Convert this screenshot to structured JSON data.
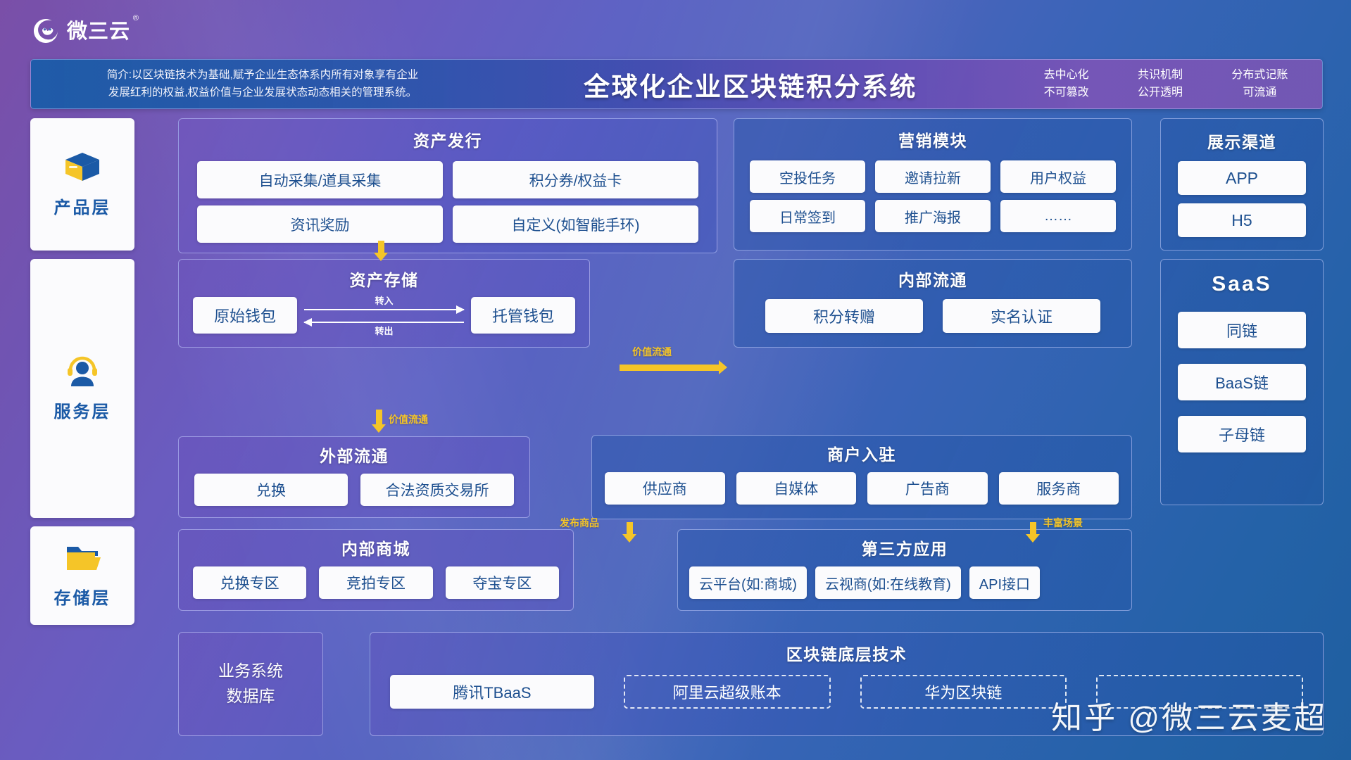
{
  "brand": {
    "name": "微三云",
    "registered_mark": "®",
    "logo_icon": "cloud-swirl-logo-icon"
  },
  "banner": {
    "intro_line1": "简介:以区块链技术为基础,赋予企业生态体系内所有对象享有企业",
    "intro_line2": "发展红利的权益,权益价值与企业发展状态动态相关的管理系统。",
    "title": "全球化企业区块链积分系统",
    "tags": [
      {
        "line1": "去中心化",
        "line2": "不可篡改"
      },
      {
        "line1": "共识机制",
        "line2": "公开透明"
      },
      {
        "line1": "分布式记账",
        "line2": "可流通"
      }
    ]
  },
  "layers": [
    {
      "label": "产品层",
      "icon": "box-icon"
    },
    {
      "label": "服务层",
      "icon": "headset-user-icon"
    },
    {
      "label": "存储层",
      "icon": "folder-icon"
    }
  ],
  "panels": {
    "asset_issue": {
      "title": "资产发行",
      "items": [
        "自动采集/道具采集",
        "积分券/权益卡",
        "资讯奖励",
        "自定义(如智能手环)"
      ]
    },
    "marketing": {
      "title": "营销模块",
      "items": [
        "空投任务",
        "邀请拉新",
        "用户权益",
        "日常签到",
        "推广海报",
        "……"
      ]
    },
    "display_channel": {
      "title": "展示渠道",
      "items": [
        "APP",
        "H5"
      ]
    },
    "saas": {
      "title": "SaaS",
      "items": [
        "同链",
        "BaaS链",
        "子母链"
      ]
    },
    "asset_storage": {
      "title": "资产存储",
      "left_wallet": "原始钱包",
      "right_wallet": "托管钱包",
      "arrow_in": "转入",
      "arrow_out": "转出"
    },
    "internal_circulation": {
      "title": "内部流通",
      "items": [
        "积分转赠",
        "实名认证"
      ]
    },
    "external_circulation": {
      "title": "外部流通",
      "items": [
        "兑换",
        "合法资质交易所"
      ]
    },
    "merchant_onboarding": {
      "title": "商户入驻",
      "items": [
        "供应商",
        "自媒体",
        "广告商",
        "服务商"
      ]
    },
    "internal_mall": {
      "title": "内部商城",
      "items": [
        "兑换专区",
        "竞拍专区",
        "夺宝专区"
      ]
    },
    "third_party_app": {
      "title": "第三方应用",
      "items": [
        "云平台(如:商城)",
        "云视商(如:在线教育)",
        "API接口"
      ]
    },
    "business_db": {
      "line1": "业务系统",
      "line2": "数据库"
    },
    "blockchain_base": {
      "title": "区块链底层技术",
      "items": [
        {
          "label": "腾讯TBaaS",
          "style": "solid"
        },
        {
          "label": "阿里云超级账本",
          "style": "dashed"
        },
        {
          "label": "华为区块链",
          "style": "dashed"
        },
        {
          "label": "",
          "style": "dashed"
        }
      ]
    }
  },
  "flows": {
    "issue_to_storage": "",
    "storage_to_external": "价值流通",
    "storage_to_internal": "价值流通",
    "publish_goods": "发布商品",
    "rich_scenes": "丰富场景"
  },
  "watermark": "知乎 @微三云麦超",
  "colors": {
    "accent_yellow": "#f5c528",
    "chip_text_blue": "#1d4f8f",
    "layer_label_blue": "#1b5aa6",
    "bg_purple": "#7a4fa8",
    "bg_blue": "#1f5fa0"
  }
}
